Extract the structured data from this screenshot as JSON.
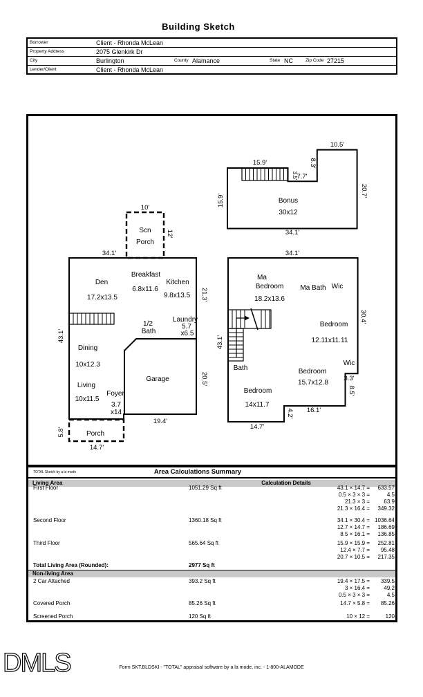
{
  "page_title": "Building Sketch",
  "header": {
    "rows": [
      {
        "label": "Borrower",
        "value": "Client - Rhonda McLean"
      },
      {
        "label": "Property Address",
        "value": "2075 Glenkirk Dr"
      },
      {
        "label": "City",
        "value": "Burlington",
        "county_label": "County",
        "county_value": "Alamance",
        "state_label": "State",
        "state_value": "NC",
        "zip_label": "Zip Code",
        "zip_value": "27215"
      },
      {
        "label": "Lender/Client",
        "value": "Client - Rhonda McLean"
      }
    ]
  },
  "sketch": {
    "watermark": "TOTAL Sketch by a la mode",
    "ff": {
      "top": "34.1'",
      "scn_top": "10'",
      "scn_right": "12'",
      "scn1": "Scn",
      "scn2": "Porch",
      "den": "Den",
      "den_d": "17.2x13.5",
      "breakfast": "Breakfast",
      "breakfast_d": "6.8x11.6",
      "kitchen": "Kitchen",
      "kitchen_d": "9.8x13.5",
      "right_up": "21.3'",
      "half1": "1/2",
      "half2": "Bath",
      "laundry": "Laundry",
      "laundry_d1": "5.7",
      "laundry_d2": "x6.5",
      "dining": "Dining",
      "dining_d": "10x12.3",
      "living": "Living",
      "living_d": "10x11.5",
      "foyer": "Foyer",
      "foyer_d1": "3.7",
      "foyer_d2": "x14",
      "garage": "Garage",
      "left": "43.1'",
      "right_low": "20.5'",
      "garage_b": "19.4'",
      "porch": "Porch",
      "porch_l": "5.8'",
      "porch_b": "14.7'"
    },
    "sf": {
      "top": "34.1'",
      "ma1": "Ma",
      "ma2": "Bedroom",
      "ma_d": "18.2x13.6",
      "mabath": "Ma Bath",
      "wic1": "Wic",
      "right": "30.4'",
      "bed2": "Bedroom",
      "bed2_d": "12.11x11.11",
      "left": "43.1'",
      "bath": "Bath",
      "bed3": "Bedroom",
      "bed3_d": "15.7x12.8",
      "wic2": "Wic",
      "d33": "3.3'",
      "d85": "8.5'",
      "bed4": "Bedroom",
      "bed4_d": "14x11.7",
      "d42": "4.2'",
      "d161": "16.1'",
      "d147": "14.7'"
    },
    "tf": {
      "stairs": "15.9'",
      "d105": "10.5'",
      "d83": "8.3'",
      "d35": "3.5'",
      "d77": "7.7'",
      "left": "15.9'",
      "right": "20.7'",
      "bonus": "Bonus",
      "bonus_d": "30x12",
      "bottom": "34.1'"
    }
  },
  "summary": {
    "title": "Area Calculations Summary",
    "living_header": "Living Area",
    "calc_header": "Calculation Details",
    "living": [
      {
        "name": "First Floor",
        "area": "1051.29 Sq ft",
        "calcs": [
          {
            "e": "43.1 × 14.7 =",
            "v": "633.57"
          },
          {
            "e": "0.5 × 3 × 3 =",
            "v": "4.5"
          },
          {
            "e": "21.3 × 3 =",
            "v": "63.9"
          },
          {
            "e": "21.3 × 16.4 =",
            "v": "349.32"
          }
        ]
      },
      {
        "name": "Second Floor",
        "area": "1360.18 Sq ft",
        "calcs": [
          {
            "e": "34.1 × 30.4 =",
            "v": "1036.64"
          },
          {
            "e": "12.7 × 14.7 =",
            "v": "186.69"
          },
          {
            "e": "8.5 × 16.1 =",
            "v": "136.85"
          }
        ]
      },
      {
        "name": "Third Floor",
        "area": "565.64 Sq ft",
        "calcs": [
          {
            "e": "15.9 × 15.9 =",
            "v": "252.81"
          },
          {
            "e": "12.4 × 7.7 =",
            "v": "95.48"
          },
          {
            "e": "20.7 × 10.5 =",
            "v": "217.35"
          }
        ]
      }
    ],
    "total_label": "Total Living Area (Rounded):",
    "total_value": "2977 Sq ft",
    "nonliving_header": "Non-living Area",
    "nonliving": [
      {
        "name": "2 Car Attached",
        "area": "393.2 Sq ft",
        "calcs": [
          {
            "e": "19.4 × 17.5 =",
            "v": "339.5"
          },
          {
            "e": "3 × 16.4 =",
            "v": "49.2"
          },
          {
            "e": "0.5 × 3 × 3 =",
            "v": "4.5"
          }
        ]
      },
      {
        "name": "Covered Porch",
        "area": "85.26 Sq ft",
        "calcs": [
          {
            "e": "14.7 × 5.8 =",
            "v": "85.26"
          }
        ]
      },
      {
        "name": "Screened Porch",
        "area": "120 Sq ft",
        "calcs": [
          {
            "e": "10 × 12 =",
            "v": "120"
          }
        ]
      }
    ]
  },
  "footer": {
    "logo": "DMLS",
    "form_line": "Form SKT.BLDSKI - \"TOTAL\" appraisal software by a la mode, inc. - 1-800-ALAMODE"
  }
}
